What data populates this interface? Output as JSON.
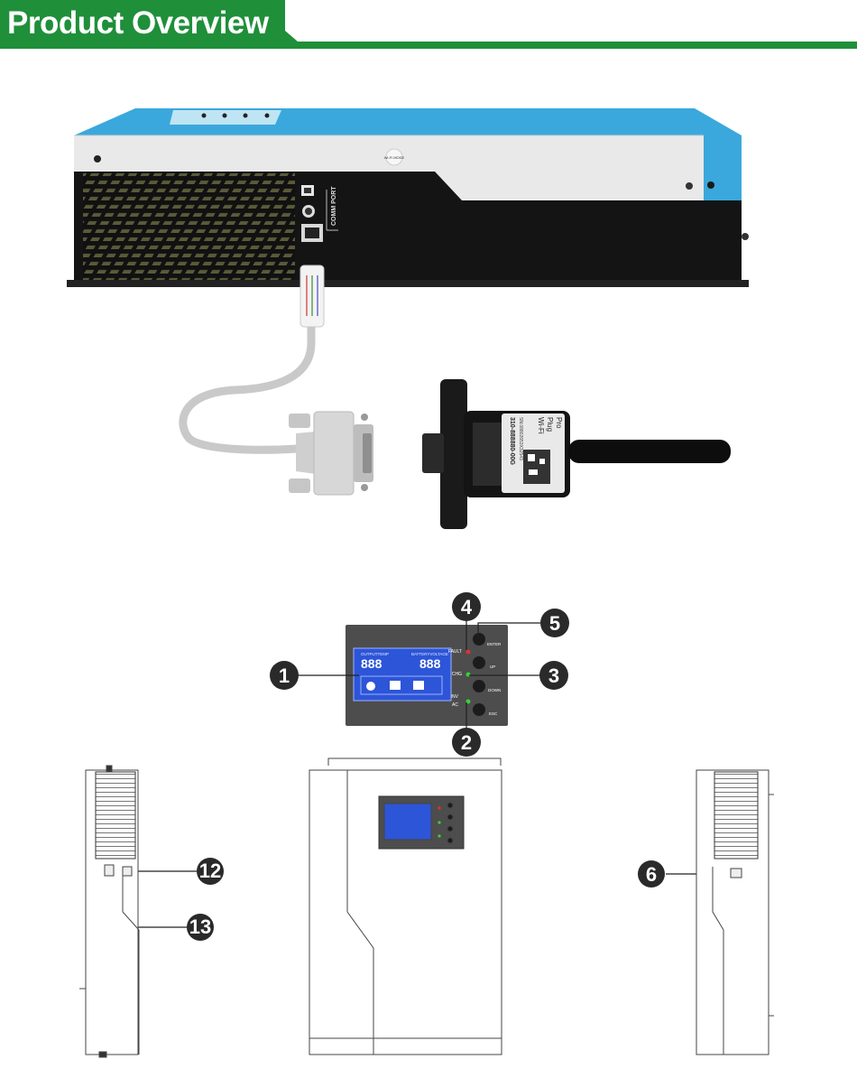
{
  "header": {
    "title": "Product Overview",
    "accent_color": "#1f8f3a"
  },
  "inverter": {
    "port_label": "COMM PORT",
    "sticker_text": "Wi-Fi MODE"
  },
  "wifi_module": {
    "label_lines": [
      "Wi-Fi",
      "Plug",
      "Pro"
    ],
    "serial": "310-888880-00G",
    "sn": "SN:08802653X32543"
  },
  "control_panel": {
    "buttons": [
      "ENTER",
      "UP",
      "DOWN",
      "ESC"
    ],
    "leds": [
      "FAULT",
      "CHG",
      "INV",
      "AC"
    ],
    "lcd_top_left": "OUTPUTTEMP",
    "lcd_top_right": "BATTERYVOLTAGE"
  },
  "callouts": [
    "1",
    "2",
    "3",
    "4",
    "5",
    "6",
    "12",
    "13"
  ],
  "colors": {
    "callout_fill": "#2a2a2a",
    "panel": "#4d4d4d",
    "lcd": "#2d55d8",
    "inverter_blue": "#3aa8dc"
  }
}
